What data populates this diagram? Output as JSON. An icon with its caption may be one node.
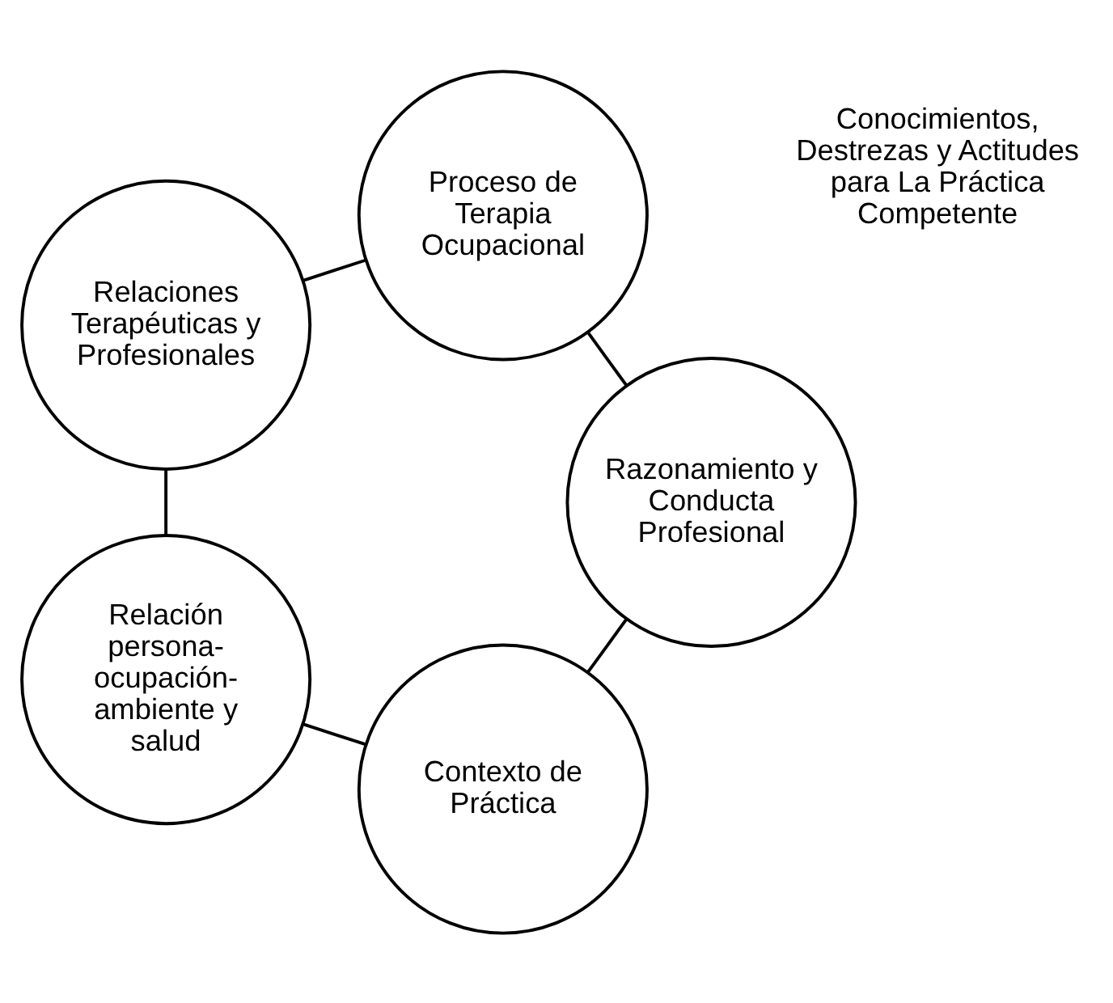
{
  "diagram": {
    "nodes": [
      {
        "text": [
          "Contexto de Práctica"
        ]
      },
      {
        "text": [
          "Relación persona-ocupación-ambiente y salud"
        ]
      },
      {
        "text": [
          "Relaciones Terapéuticas y Profesionales"
        ]
      },
      {
        "text": [
          "Proceso de Terapia Ocupacional"
        ]
      },
      {
        "text": [
          "Razonamiento y Conducta Profesional"
        ]
      },
      {
        "text": [
          "Conocimientos, Destrezas y Actitudes para La Práctica Competente"
        ]
      }
    ],
    "edges": [
      {
        "from": 0,
        "to": 1,
        "arrow": "none"
      },
      {
        "from": 1,
        "to": 2,
        "arrow": "none"
      },
      {
        "from": 2,
        "to": 3,
        "arrow": "none"
      },
      {
        "from": 3,
        "to": 4,
        "arrow": "none"
      },
      {
        "from": 4,
        "to": 0,
        "arrow": "none"
      }
    ]
  }
}
